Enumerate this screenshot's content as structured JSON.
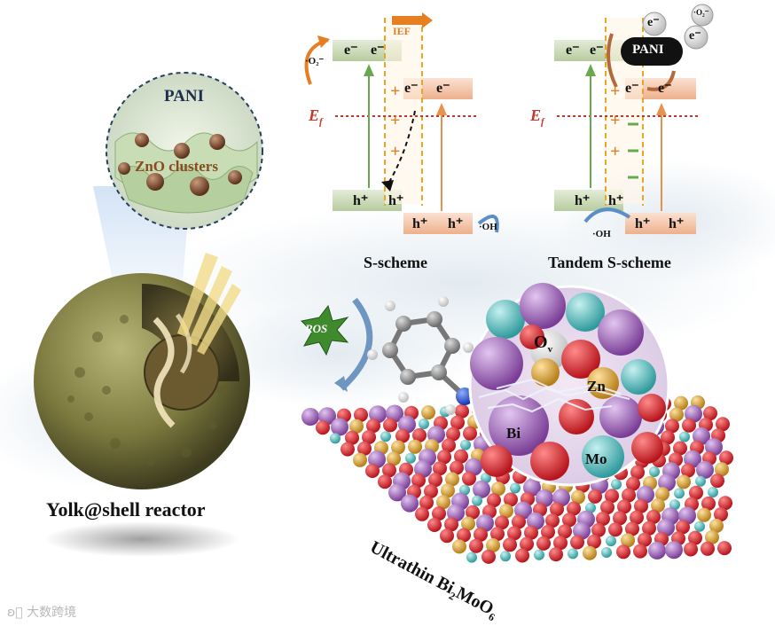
{
  "labels": {
    "pani_top": "PANI",
    "zno_clusters": "ZnO clusters",
    "yolk_shell": "Yolk@shell reactor",
    "s_scheme": "S-scheme",
    "tandem_s_scheme": "Tandem S-scheme",
    "ros": "ROS",
    "ultrathin": "Ultrathin Bi",
    "ultrathin_sub1": "2",
    "ultrathin_mid": "MoO",
    "ultrathin_sub2": "6",
    "pani_right": "PANI",
    "ief": "IEF",
    "ef": "E",
    "ef_sub": "f",
    "electron": "e⁻",
    "hole": "h⁺",
    "plus": "+",
    "superoxide": "·O₂⁻",
    "hydroxyl": "·OH",
    "ov": "O",
    "ov_sub": "v",
    "zn": "Zn",
    "bi": "Bi",
    "mo": "Mo",
    "watermark": "大数跨境"
  },
  "colors": {
    "band_green": "#c8d9b4",
    "band_orange": "#f3c3a6",
    "fermi_red": "#c0392b",
    "ief_orange": "#e67e22",
    "atom_purple": "#9b59b6",
    "atom_red": "#e0282e",
    "atom_cyan": "#57c4c6",
    "atom_gold": "#e0a93c",
    "shell_olive": "#8a8a4a"
  }
}
